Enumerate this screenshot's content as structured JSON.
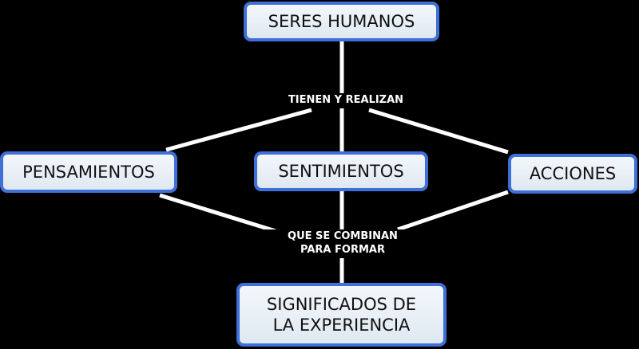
{
  "diagram": {
    "nodes": {
      "seres_humanos": "SERES HUMANOS",
      "pensamientos": "PENSAMIENTOS",
      "sentimientos": "SENTIMIENTOS",
      "acciones": "ACCIONES",
      "significados": "SIGNIFICADOS DE\nLA EXPERIENCIA"
    },
    "link_labels": {
      "tienen_y_realizan": "TIENEN Y REALIZAN",
      "que_se_combinan": "QUE SE COMBINAN\nPARA FORMAR"
    },
    "edges": [
      {
        "from": "seres_humanos",
        "label": "tienen_y_realizan",
        "to": "pensamientos"
      },
      {
        "from": "seres_humanos",
        "label": "tienen_y_realizan",
        "to": "sentimientos"
      },
      {
        "from": "seres_humanos",
        "label": "tienen_y_realizan",
        "to": "acciones"
      },
      {
        "from": "pensamientos",
        "label": "que_se_combinan",
        "to": "significados"
      },
      {
        "from": "sentimientos",
        "label": "que_se_combinan",
        "to": "significados"
      },
      {
        "from": "acciones",
        "label": "que_se_combinan",
        "to": "significados"
      }
    ],
    "colors": {
      "background": "#000000",
      "node_border": "#3f6fd8",
      "node_fill": "#e8eff6",
      "connector": "#ffffff",
      "label_text": "#ffffff"
    }
  }
}
